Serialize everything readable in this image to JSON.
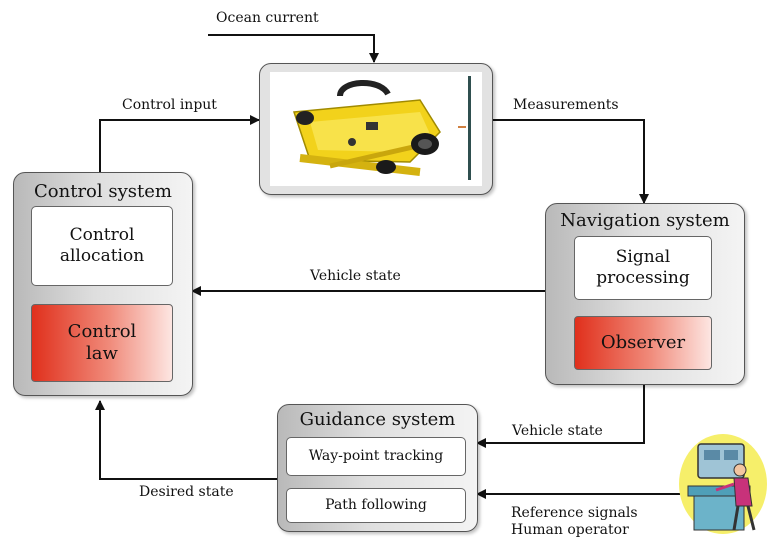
{
  "labels": {
    "ocean_current": "Ocean current",
    "control_input": "Control input",
    "measurements": "Measurements",
    "vehicle_state_top": "Vehicle state",
    "vehicle_state_bottom": "Vehicle state",
    "desired_state": "Desired state",
    "reference_signals": "Reference signals",
    "human_operator": "Human operator"
  },
  "control_system": {
    "title": "Control system",
    "allocation": "Control\nallocation",
    "law": "Control\nlaw"
  },
  "navigation_system": {
    "title": "Navigation system",
    "signal_processing": "Signal\nprocessing",
    "observer": "Observer"
  },
  "guidance_system": {
    "title": "Guidance system",
    "waypoint": "Way-point tracking",
    "path": "Path following"
  },
  "images": {
    "vehicle": "rov-vehicle-photo",
    "operator": "human-operator-clipart"
  },
  "colors": {
    "panel_border": "#555555",
    "red_block": "#e0301c",
    "vehicle_yellow": "#f2d21b"
  }
}
